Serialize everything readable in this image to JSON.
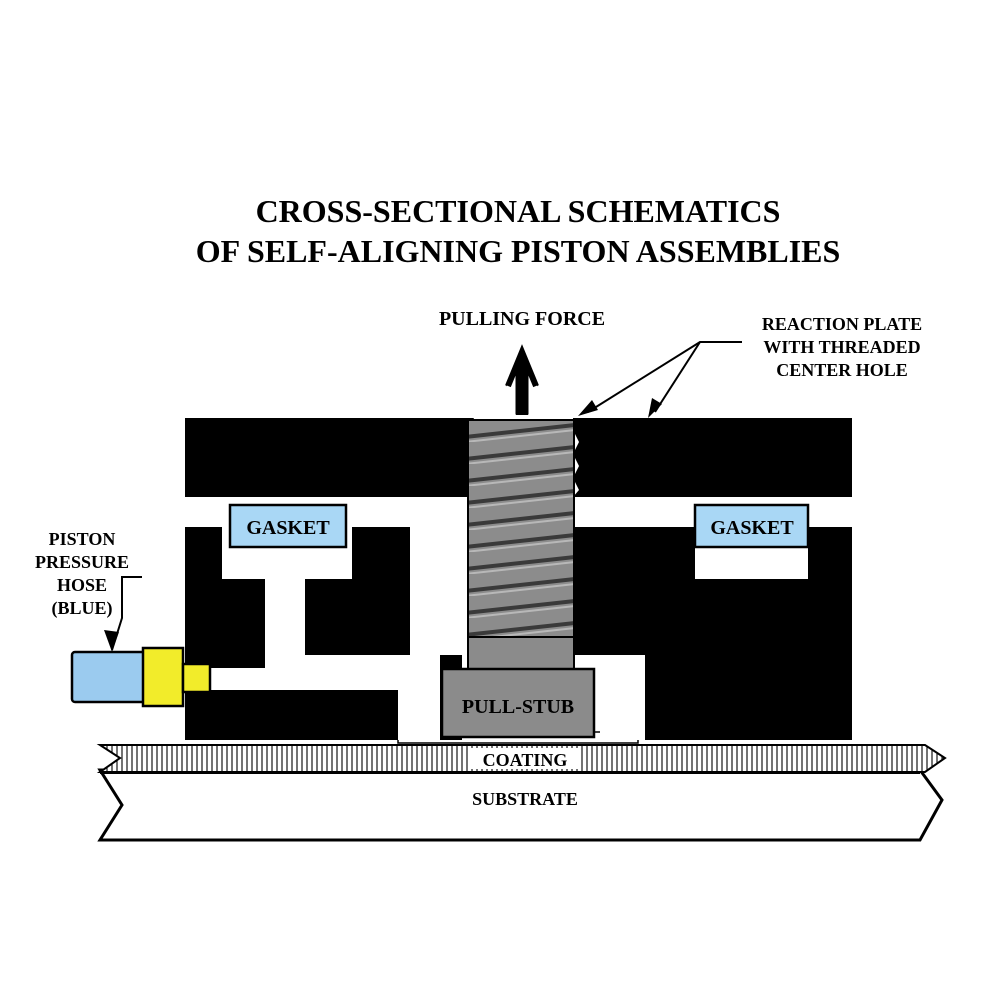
{
  "title": {
    "line1": "CROSS-SECTIONAL SCHEMATICS",
    "line2": "OF SELF-ALIGNING PISTON ASSEMBLIES"
  },
  "labels": {
    "pulling_force": "PULLING FORCE",
    "reaction_plate": [
      "REACTION PLATE",
      "WITH THREADED",
      "CENTER HOLE"
    ],
    "hose": [
      "PISTON",
      "PRESSURE",
      "HOSE",
      "(BLUE)"
    ],
    "gasket_left": "GASKET",
    "gasket_right": "GASKET",
    "pull_stub": "PULL-STUB",
    "coating": "COATING",
    "substrate": "SUBSTRATE"
  },
  "colors": {
    "body": "#000000",
    "gasket": "#a9d7f5",
    "hose": "#9bcbef",
    "fitting": "#f2ec2a",
    "stub": "#8b8b8b",
    "thread": "#8a8a8a"
  }
}
